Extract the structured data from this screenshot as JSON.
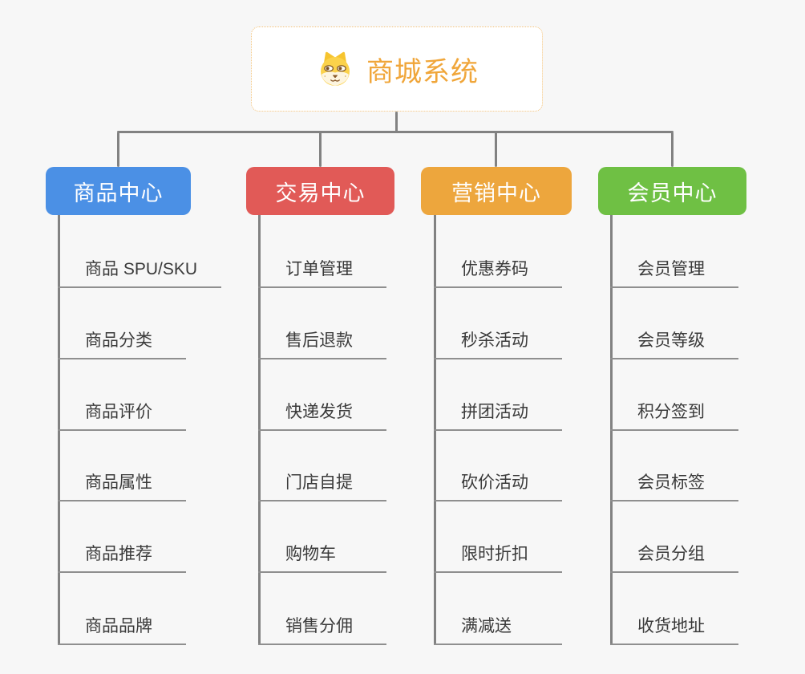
{
  "root": {
    "title": "商城系统",
    "icon": "dog-face-icon",
    "text_color": "#F0A63A"
  },
  "branches": [
    {
      "label": "商品中心",
      "color": "#4B90E5",
      "children": [
        "商品 SPU/SKU",
        "商品分类",
        "商品评价",
        "商品属性",
        "商品推荐",
        "商品品牌"
      ]
    },
    {
      "label": "交易中心",
      "color": "#E15A57",
      "children": [
        "订单管理",
        "售后退款",
        "快递发货",
        "门店自提",
        "购物车",
        "销售分佣"
      ]
    },
    {
      "label": "营销中心",
      "color": "#EDA63D",
      "children": [
        "优惠券码",
        "秒杀活动",
        "拼团活动",
        "砍价活动",
        "限时折扣",
        "满减送"
      ]
    },
    {
      "label": "会员中心",
      "color": "#6FC044",
      "children": [
        "会员管理",
        "会员等级",
        "积分签到",
        "会员标签",
        "会员分组",
        "收货地址"
      ]
    }
  ]
}
